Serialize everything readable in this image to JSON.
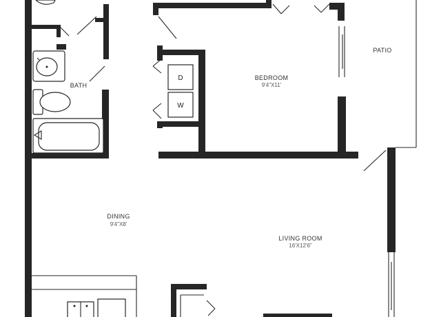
{
  "rooms": {
    "bedroom": {
      "name": "BEDROOM",
      "dims": "9'4\"X11'"
    },
    "bath": {
      "name": "BATH"
    },
    "patio": {
      "name": "PATIO"
    },
    "dining": {
      "name": "DINING",
      "dims": "9'4\"X8'"
    },
    "living": {
      "name": "LIVING ROOM",
      "dims": "16'X12'6\""
    }
  },
  "appliances": {
    "dryer": "D",
    "washer": "W"
  },
  "colors": {
    "wall": "#262626",
    "background": "#ffffff",
    "text": "#333333"
  }
}
